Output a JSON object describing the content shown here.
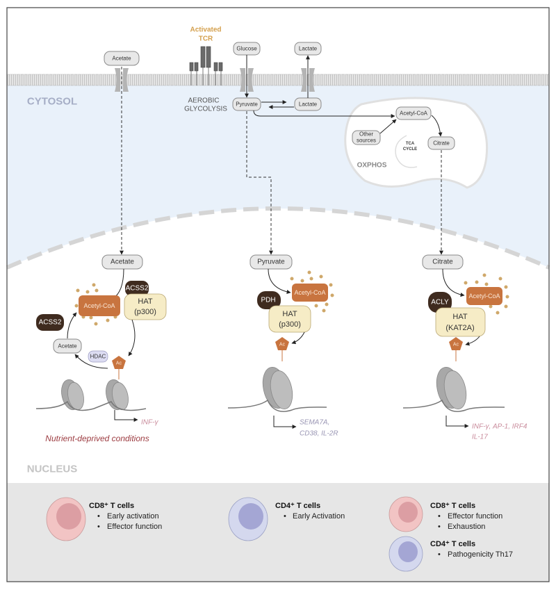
{
  "colors": {
    "cytosol": "#e9f1fa",
    "acetyl_coa": "#c8743f",
    "enzyme_dark": "#3f2b1f",
    "hat": "#f6ecc6",
    "tcr_label": "#d4a04e",
    "gene_pink": "#c98c9c",
    "gene_purple": "#9a96b4",
    "condition_red": "#9c3b40",
    "cd8_cell": "#f2c4c4",
    "cd4_cell": "#d4d8ee"
  },
  "cytosol": {
    "region_label": "CYTOSOL",
    "tcr_label_line1": "Activated",
    "tcr_label_line2": "TCR",
    "extracellular_acetate": "Acetate",
    "glucose": "Glucose",
    "lactate_out": "Lactate",
    "glycolysis_line1": "AEROBIC",
    "glycolysis_line2": "GLYCOLYSIS",
    "pyruvate": "Pyruvate",
    "lactate_in": "Lactate"
  },
  "mitochondrion": {
    "acetyl_coa": "Acetyl-CoA",
    "other_sources_line1": "Other",
    "other_sources_line2": "sources",
    "citrate": "Citrate",
    "tca_line1": "TCA",
    "tca_line2": "CYCLE",
    "oxphos": "OXPHOS"
  },
  "nucleus": {
    "region_label": "NUCLEUS",
    "left": {
      "acetate": "Acetate",
      "acss2_top": "ACSS2",
      "acetyl_coa": "Acetyl-CoA",
      "hat_line1": "HAT",
      "hat_line2": "(p300)",
      "acss2_left": "ACSS2",
      "acetate_recycled": "Acetate",
      "hdac": "HDAC",
      "ac": "Ac",
      "gene": "INF-γ",
      "condition": "Nutrient-deprived conditions"
    },
    "middle": {
      "pyruvate": "Pyruvate",
      "pdh": "PDH",
      "acetyl_coa": "Acetyl-CoA",
      "hat_line1": "HAT",
      "hat_line2": "(p300)",
      "ac": "Ac",
      "gene_line1": "SEMA7A,",
      "gene_line2": "CD38, IL-2R"
    },
    "right": {
      "citrate": "Citrate",
      "acly": "ACLY",
      "acetyl_coa": "Acetyl-CoA",
      "hat_line1": "HAT",
      "hat_line2": "(KAT2A)",
      "ac": "Ac",
      "gene_line1": "INF-γ, AP-1, IRF4",
      "gene_line2": "IL-17"
    }
  },
  "cells": [
    {
      "title": "CD8⁺ T cells",
      "items": [
        "Early activation",
        "Effector function"
      ],
      "type": "CD8"
    },
    {
      "title": "CD4⁺ T cells",
      "items": [
        "Early Activation"
      ],
      "type": "CD4"
    },
    {
      "title": "CD8⁺ T cells",
      "items": [
        "Effector function",
        "Exhaustion"
      ],
      "type": "CD8"
    },
    {
      "title": "CD4⁺ T cells",
      "items": [
        "Pathogenicity Th17"
      ],
      "type": "CD4"
    }
  ],
  "bullet": "•"
}
